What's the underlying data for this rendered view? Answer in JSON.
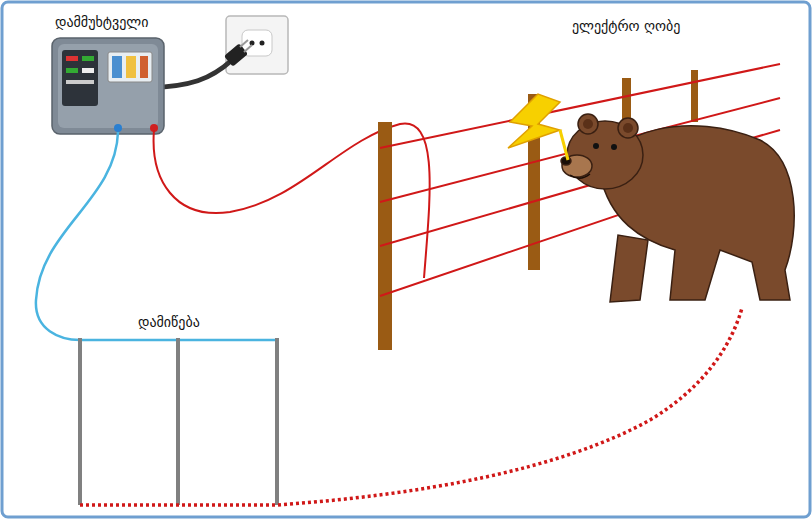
{
  "diagram": {
    "labels": [
      "დამმუხტველი",
      "ელექტრო ღობე",
      "დამიწება"
    ]
  }
}
